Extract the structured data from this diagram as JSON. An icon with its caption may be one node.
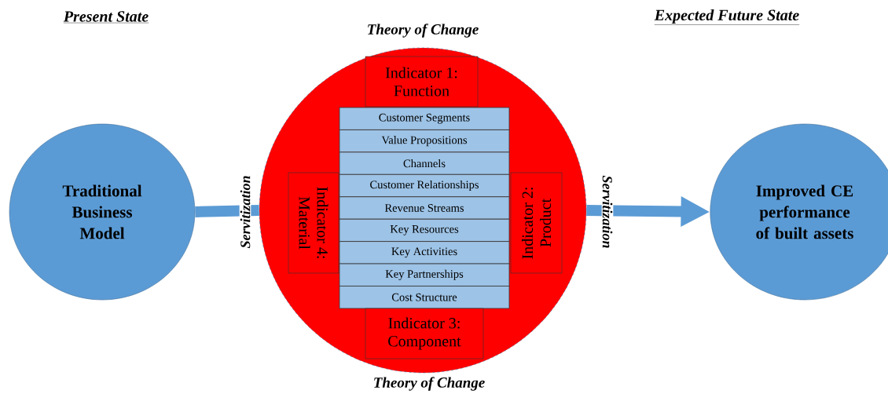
{
  "diagram": {
    "nodes": [
      {
        "text": [
          "Traditional Business Model"
        ]
      },
      {
        "text": [
          "Theory of Change",
          "Theory of Change"
        ]
      },
      {
        "text": [
          "Indicator 1: Function"
        ],
        "in": 1
      },
      {
        "text": [
          "Customer Segments"
        ],
        "in": 1
      },
      {
        "text": [
          "Value Propositions"
        ],
        "in": 1
      },
      {
        "text": [
          "Channels"
        ],
        "in": 1
      },
      {
        "text": [
          "Customer Relationships"
        ],
        "in": 1
      },
      {
        "text": [
          "Revenue Streams"
        ],
        "in": 1
      },
      {
        "text": [
          "Key Resources"
        ],
        "in": 1
      },
      {
        "text": [
          "Key Activities"
        ],
        "in": 1
      },
      {
        "text": [
          "Key Partnerships"
        ],
        "in": 1
      },
      {
        "text": [
          "Cost Structure"
        ],
        "in": 1
      },
      {
        "text": [
          "Indicator 4: Material"
        ],
        "in": 1
      },
      {
        "text": [
          "Indicator 2: Product"
        ],
        "in": 1
      },
      {
        "text": [
          "Indicator 3: Component"
        ],
        "in": 1
      },
      {
        "text": [
          "Improved CE performance of built assets"
        ]
      }
    ],
    "edges": [
      {
        "from": 0,
        "to": 1,
        "arrow": "none",
        "label": "Servitization"
      },
      {
        "from": 1,
        "to": 15,
        "arrow": "to",
        "label": "Servitization"
      }
    ],
    "labels": [
      "Present State",
      "Expected Future State"
    ]
  }
}
